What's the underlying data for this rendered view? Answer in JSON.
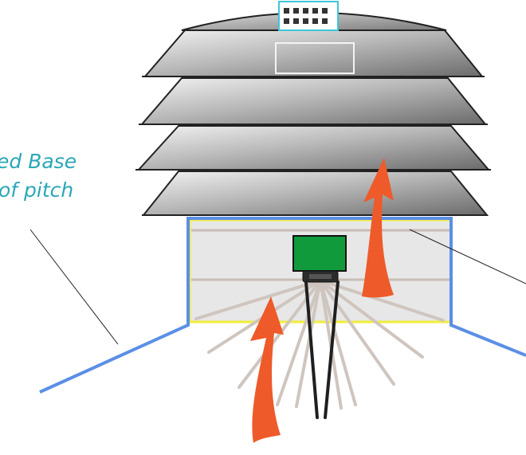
{
  "diagram": {
    "callout_line1": "ed Base",
    "callout_line2": "of pitch",
    "colors": {
      "callout_text": "#2aa7b8",
      "base_outline": "#5b8fe6",
      "enclosure_border": "#f2ee3a",
      "enclosure_fill": "#e7e7e7",
      "sensor_board": "#109a3c",
      "airflow_arrow": "#ee5a2a",
      "louver_gray": "#8c8c8c",
      "sensor_grid_outline": "#3ec6d8",
      "leader_line": "#222222"
    },
    "icons": {
      "louvers": "louver-stack",
      "sensor": "sensor-board",
      "airflow": "airflow-arrow"
    }
  }
}
